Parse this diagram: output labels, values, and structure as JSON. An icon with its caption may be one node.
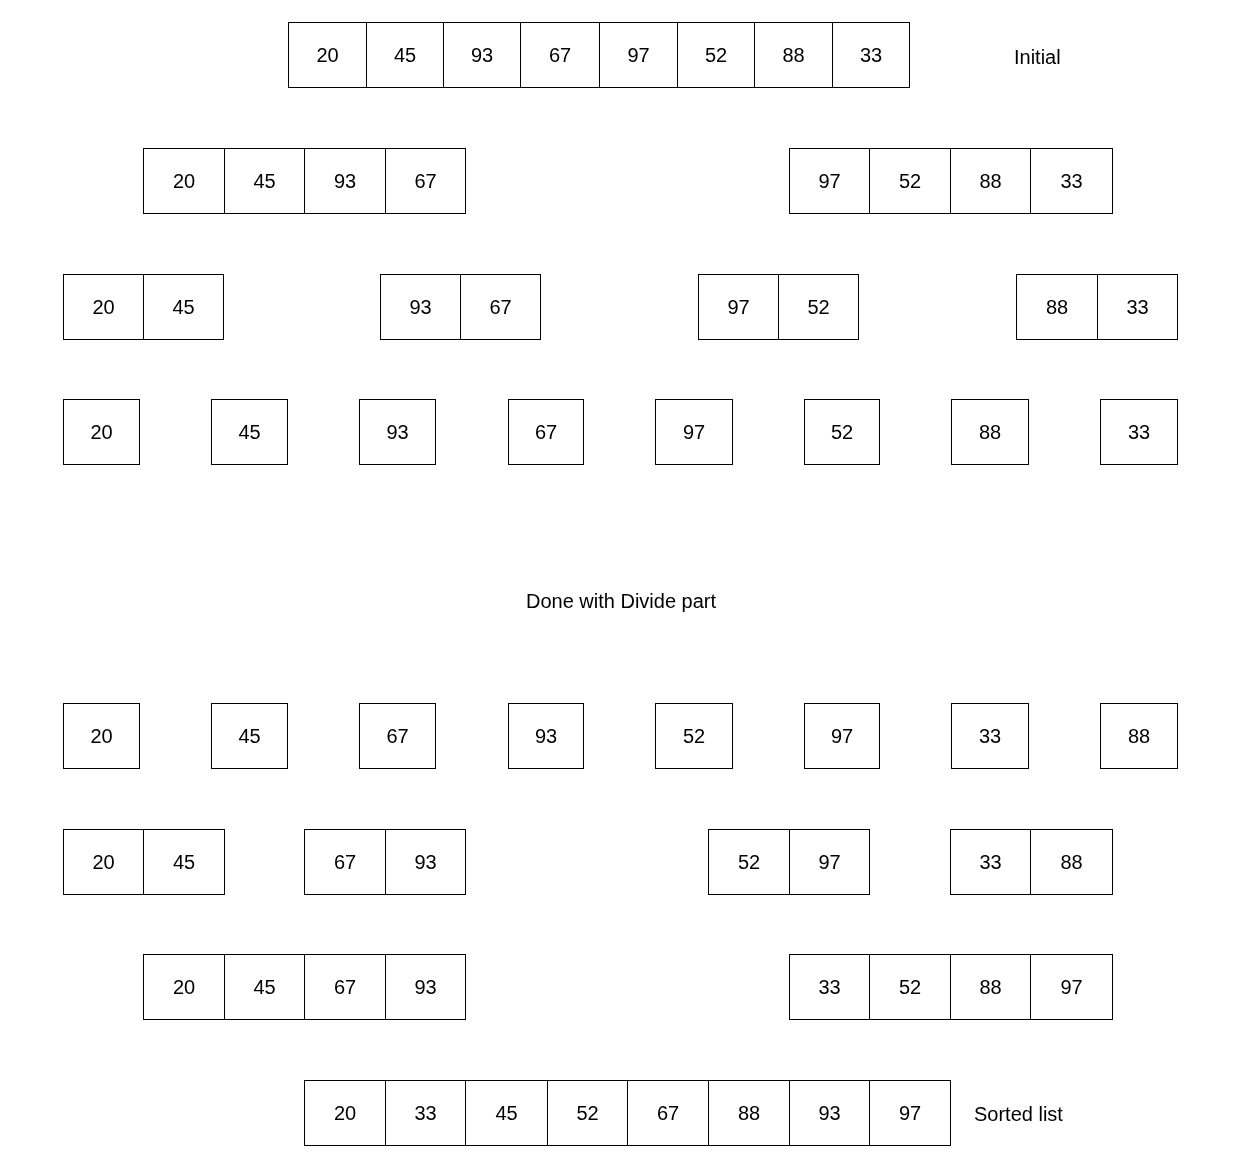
{
  "diagram": {
    "nodes": [
      {
        "text": [
          "20"
        ]
      },
      {
        "text": [
          "45"
        ]
      },
      {
        "text": [
          "93"
        ]
      },
      {
        "text": [
          "67"
        ]
      },
      {
        "text": [
          "97"
        ]
      },
      {
        "text": [
          "52"
        ]
      },
      {
        "text": [
          "88"
        ]
      },
      {
        "text": [
          "33"
        ]
      },
      {
        "text": [
          "20"
        ]
      },
      {
        "text": [
          "45"
        ]
      },
      {
        "text": [
          "93"
        ]
      },
      {
        "text": [
          "67"
        ]
      },
      {
        "text": [
          "97"
        ]
      },
      {
        "text": [
          "52"
        ]
      },
      {
        "text": [
          "88"
        ]
      },
      {
        "text": [
          "33"
        ]
      },
      {
        "text": [
          "20"
        ]
      },
      {
        "text": [
          "45"
        ]
      },
      {
        "text": [
          "93"
        ]
      },
      {
        "text": [
          "67"
        ]
      },
      {
        "text": [
          "97"
        ]
      },
      {
        "text": [
          "52"
        ]
      },
      {
        "text": [
          "88"
        ]
      },
      {
        "text": [
          "33"
        ]
      },
      {
        "text": [
          "20"
        ]
      },
      {
        "text": [
          "45"
        ]
      },
      {
        "text": [
          "93"
        ]
      },
      {
        "text": [
          "67"
        ]
      },
      {
        "text": [
          "97"
        ]
      },
      {
        "text": [
          "52"
        ]
      },
      {
        "text": [
          "88"
        ]
      },
      {
        "text": [
          "33"
        ]
      },
      {
        "text": [
          "20"
        ]
      },
      {
        "text": [
          "45"
        ]
      },
      {
        "text": [
          "67"
        ]
      },
      {
        "text": [
          "93"
        ]
      },
      {
        "text": [
          "52"
        ]
      },
      {
        "text": [
          "97"
        ]
      },
      {
        "text": [
          "33"
        ]
      },
      {
        "text": [
          "88"
        ]
      },
      {
        "text": [
          "20"
        ]
      },
      {
        "text": [
          "45"
        ]
      },
      {
        "text": [
          "67"
        ]
      },
      {
        "text": [
          "93"
        ]
      },
      {
        "text": [
          "52"
        ]
      },
      {
        "text": [
          "97"
        ]
      },
      {
        "text": [
          "33"
        ]
      },
      {
        "text": [
          "88"
        ]
      },
      {
        "text": [
          "20"
        ]
      },
      {
        "text": [
          "45"
        ]
      },
      {
        "text": [
          "67"
        ]
      },
      {
        "text": [
          "93"
        ]
      },
      {
        "text": [
          "33"
        ]
      },
      {
        "text": [
          "52"
        ]
      },
      {
        "text": [
          "88"
        ]
      },
      {
        "text": [
          "97"
        ]
      },
      {
        "text": [
          "20"
        ]
      },
      {
        "text": [
          "33"
        ]
      },
      {
        "text": [
          "45"
        ]
      },
      {
        "text": [
          "52"
        ]
      },
      {
        "text": [
          "67"
        ]
      },
      {
        "text": [
          "88"
        ]
      },
      {
        "text": [
          "93"
        ]
      },
      {
        "text": [
          "97"
        ]
      }
    ],
    "labels": [
      "Initial",
      "Done with Divide part",
      "Sorted list"
    ]
  }
}
